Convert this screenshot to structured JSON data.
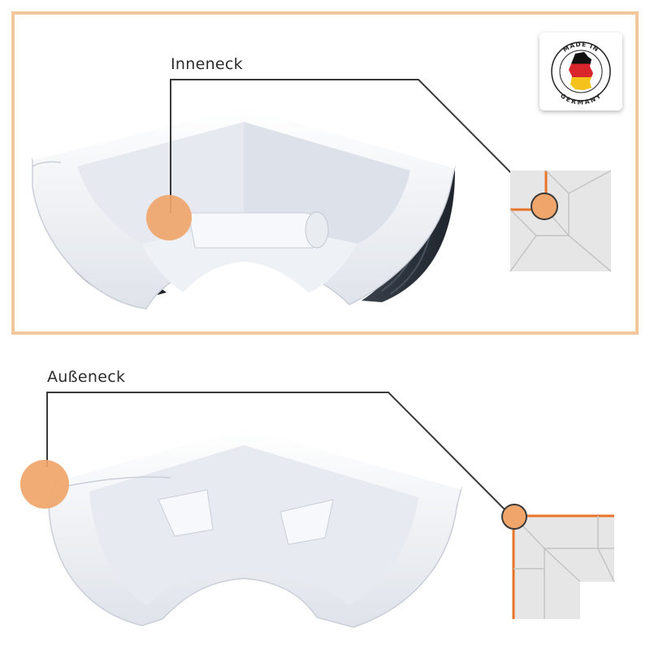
{
  "labels": {
    "inner_corner": "Inneneck",
    "outer_corner": "Außeneck"
  },
  "badge": {
    "top_text": "MADE IN",
    "bottom_text": "GERMANY",
    "flag_colors": [
      "#111111",
      "#d8262c",
      "#f4c21b"
    ]
  },
  "colors": {
    "frame": "#f3c79c",
    "marker": "#f0a56a",
    "corner_edge": "#e8742a",
    "gutter_white": "#f2f4f8",
    "gutter_inner_dark": "#2e3440",
    "tile": "#e6e6e6",
    "line": "#3a3a3a"
  }
}
